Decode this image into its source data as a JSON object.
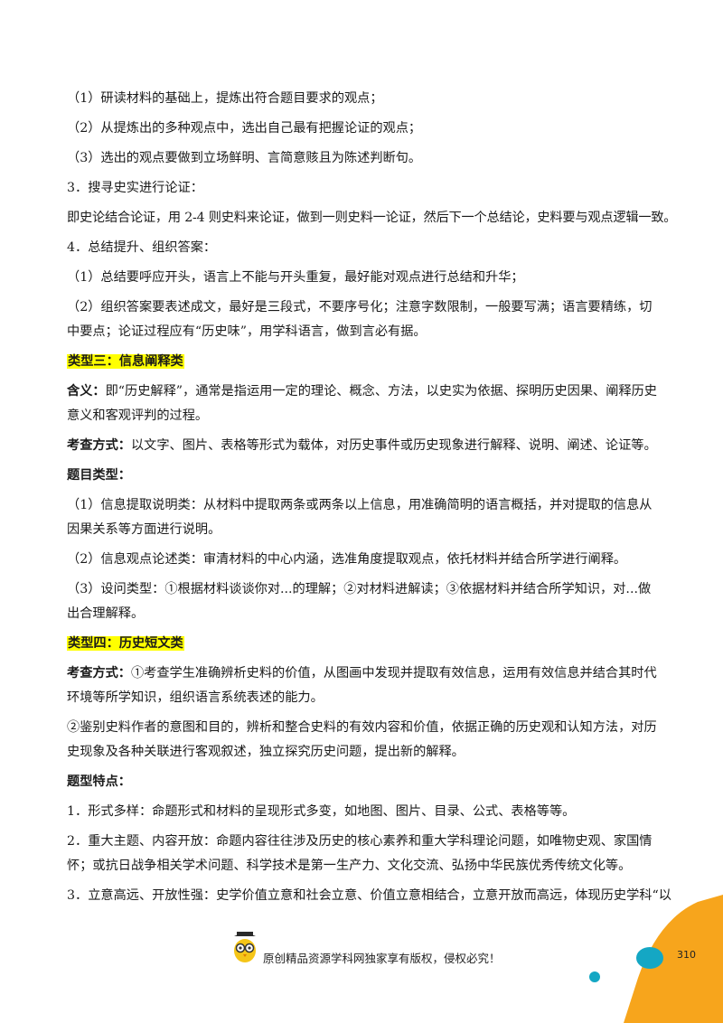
{
  "page": {
    "page_number": "310",
    "footer_text": "原创精品资源学科网独家享有版权，侵权必究！"
  },
  "body": {
    "l1": "（1）研读材料的基础上，提炼出符合题目要求的观点；",
    "l2": "（2）从提炼出的多种观点中，选出自己最有把握论证的观点；",
    "l3": "（3）选出的观点要做到立场鲜明、言简意赅且为陈述判断句。",
    "l4": "3．搜寻史实进行论证：",
    "l5": "即史论结合论证，用 2-4 则史料来论证，做到一则史料一论证，然后下一个总结论，史料要与观点逻辑一致。",
    "l6": "4．总结提升、组织答案：",
    "l7": "（1）总结要呼应开头，语言上不能与开头重复，最好能对观点进行总结和升华；",
    "l8": "（2）组织答案要表述成文，最好是三段式，不要序号化；注意字数限制，一般要写满；语言要精练，切中要点；论证过程应有“历史味”，用学科语言，做到言必有据。",
    "h3": "类型三：信息阐释类",
    "l9_label": "含义：",
    "l9": "即“历史解释”，通常是指运用一定的理论、概念、方法，以史实为依据、探明历史因果、阐释历史意义和客观评判的过程。",
    "l10_label": "考查方式：",
    "l10": "以文字、图片、表格等形式为载体，对历史事件或历史现象进行解释、说明、阐述、论证等。",
    "l11_label": "题目类型：",
    "l12": "（1）信息提取说明类：从材料中提取两条或两条以上信息，用准确简明的语言概括，并对提取的信息从因果关系等方面进行说明。",
    "l13": "（2）信息观点论述类：审清材料的中心内涵，选准角度提取观点，依托材料并结合所学进行阐释。",
    "l14": "（3）设问类型：①根据材料谈谈你对...的理解；②对材料进解读；③依据材料并结合所学知识，对...做出合理解释。",
    "h4": "类型四：历史短文类",
    "l15_label": "考查方式：",
    "l15": "①考查学生准确辨析史料的价值，从图画中发现并提取有效信息，运用有效信息并结合其时代环境等所学知识，组织语言系统表述的能力。",
    "l16": "②鉴别史料作者的意图和目的，辨析和整合史料的有效内容和价值，依据正确的历史观和认知方法，对历史现象及各种关联进行客观叙述，独立探究历史问题，提出新的解释。",
    "l17_label": "题型特点：",
    "l18": "1．形式多样：命题形式和材料的呈现形式多变，如地图、图片、目录、公式、表格等等。",
    "l19": "2．重大主题、内容开放：命题内容往往涉及历史的核心素养和重大学科理论问题，如唯物史观、家国情怀；或抗日战争相关学术问题、科学技术是第一生产力、文化交流、弘扬中华民族优秀传统文化等。",
    "l20": "3．立意高远、开放性强：史学价值立意和社会立意、价值立意相结合，立意开放而高远，体现历史学科“以"
  },
  "colors": {
    "highlight": "#ffff00",
    "deco_orange": "#f7a51c",
    "deco_teal": "#14a7c4"
  }
}
